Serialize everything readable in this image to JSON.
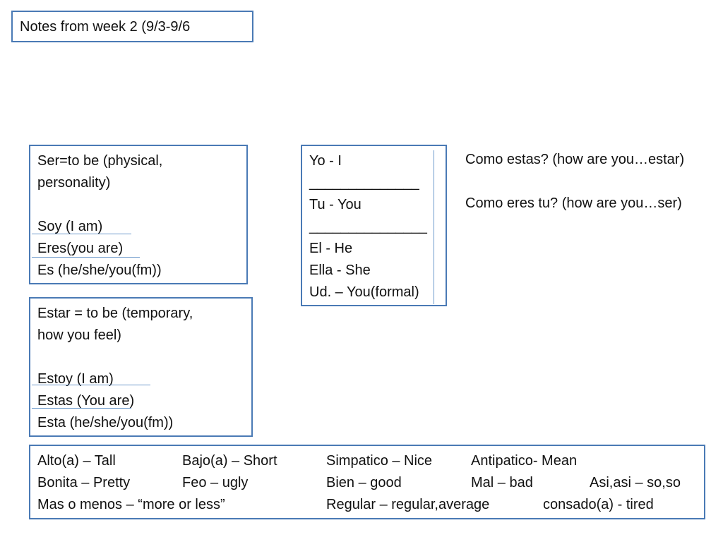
{
  "title": "Notes from week 2 (9/3-9/6",
  "ser": {
    "line1": "Ser=to be (physical,",
    "line2": "personality)",
    "forms": [
      "Soy (I am)",
      "Eres(you are)",
      "Es (he/she/you(fm))"
    ]
  },
  "estar": {
    "line1": "Estar = to be (temporary,",
    "line2": "how you feel)",
    "forms": [
      "Estoy (I am)",
      "Estas (You are)",
      "Esta (he/she/you(fm))"
    ]
  },
  "pronouns": {
    "items": [
      "Yo - I",
      "______________",
      "Tu - You",
      "_______________",
      "El - He",
      "Ella - She",
      "Ud. – You(formal)"
    ]
  },
  "questions": {
    "q1": "Como estas? (how are you…estar)",
    "q2": "Como eres tu? (how are you…ser)"
  },
  "vocab": {
    "row1": [
      "Alto(a) – Tall",
      "Bajo(a) – Short",
      "Simpatico – Nice",
      "Antipatico- Mean"
    ],
    "row2": [
      "Bonita – Pretty",
      "Feo – ugly",
      "Bien – good",
      "Mal – bad",
      "Asi,asi – so,so"
    ],
    "row3": [
      "Mas o menos – “more or less”",
      "Regular – regular,average",
      "consado(a) - tired"
    ]
  }
}
